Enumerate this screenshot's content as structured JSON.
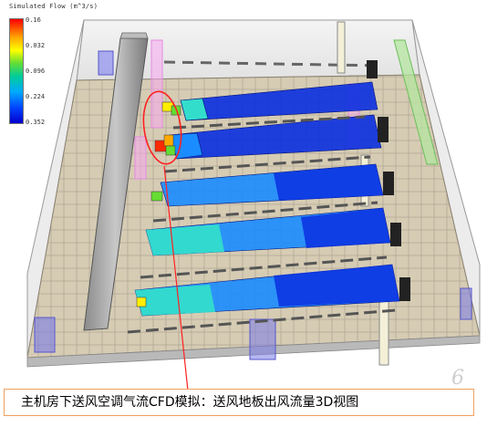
{
  "legend": {
    "title": "Simulated Flow (m^3/s)",
    "labels": [
      "0.16",
      "0.032",
      "0.096",
      "0.224",
      "0.352"
    ],
    "colors": [
      "#ff0000",
      "#ffff00",
      "#66dd33",
      "#00aaff",
      "#0000cc"
    ]
  },
  "caption": "主机房下送风空调气流CFD模拟：送风地板出风流量3D视图",
  "watermark": "6",
  "colors": {
    "floor": "#cfc3a8",
    "bar_high": "#0a2fe0",
    "bar_mid": "#1a8cff",
    "bar_low": "#33ddcc",
    "annotation": "#ff2020"
  }
}
